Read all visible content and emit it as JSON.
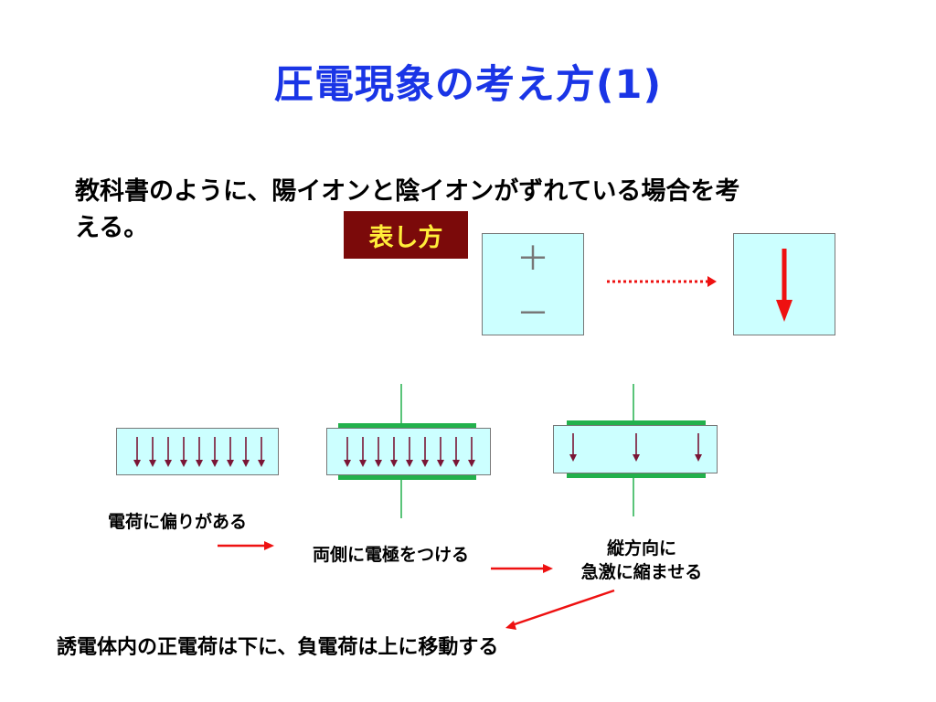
{
  "slide": {
    "title": "圧電現象の考え方(1)",
    "intro_line1": "教科書のように、陽イオンと陰イオンがずれている場合を考",
    "intro_line2": "える。",
    "badge": "表し方",
    "plus_sign": "＋",
    "minus_sign": "－",
    "caption_1": "電荷に偏りがある",
    "caption_2": "両側に電極をつける",
    "caption_3_line1": "縦方向に",
    "caption_3_line2": "急激に縮ませる",
    "conclusion": "誘電体内の正電荷は下に、負電荷は上に移動する"
  },
  "colors": {
    "title": "#1a35e6",
    "crystal_fill": "#ccffff",
    "electrode": "#22b14c",
    "polarization_arrow": "#7a1535",
    "red_arrow": "#ee1111",
    "badge_bg": "#7b0a0a",
    "badge_text": "#ffee3a"
  }
}
